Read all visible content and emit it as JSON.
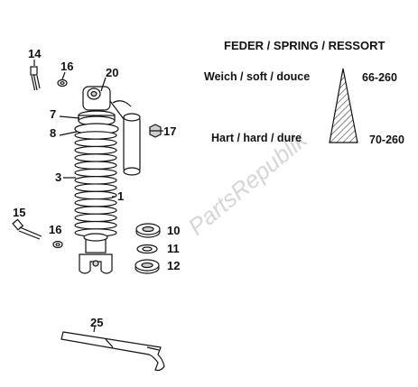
{
  "watermark": "PartsRepublik",
  "spring_table": {
    "header": "FEDER / SPRING / RESSORT",
    "soft_label": "Weich / soft / douce",
    "soft_value": "66-260",
    "hard_label": "Hart / hard / dure",
    "hard_value": "70-260"
  },
  "callouts": [
    "14",
    "16",
    "20",
    "7",
    "17",
    "8",
    "3",
    "1",
    "15",
    "16",
    "10",
    "11",
    "12",
    "25"
  ]
}
